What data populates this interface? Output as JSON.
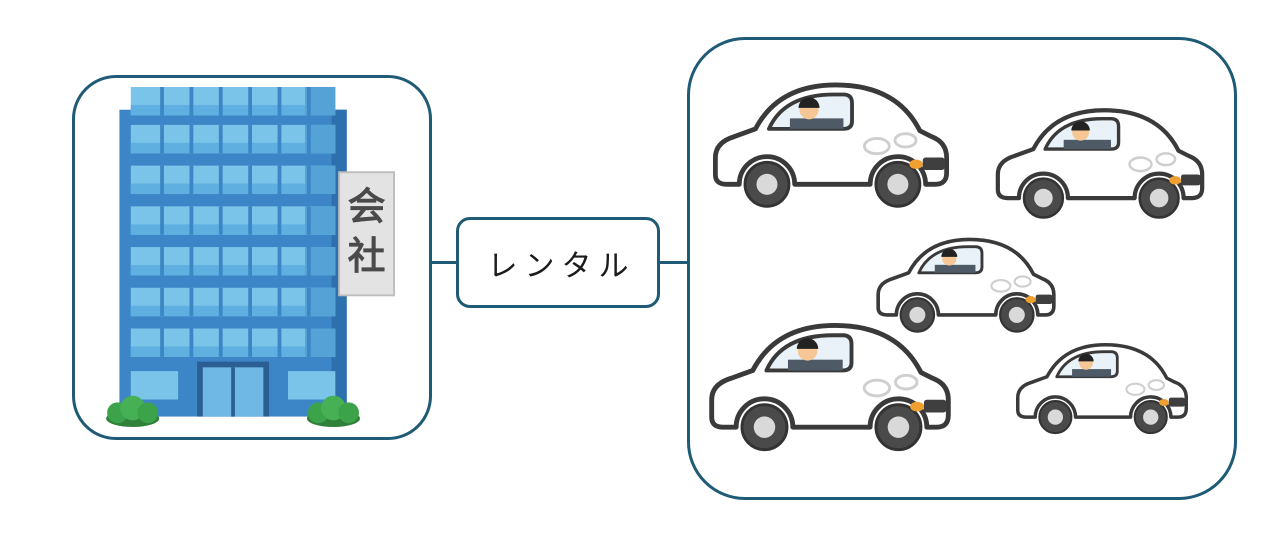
{
  "diagram": {
    "company_box": {
      "illustration": "office-building-icon",
      "sign_vertical_label": "会社",
      "sign_char_top": "会",
      "sign_char_bottom": "社"
    },
    "relation": {
      "label": "レンタル"
    },
    "cars_box": {
      "illustration": "car-with-driver-icon",
      "car_count": 5
    },
    "colors": {
      "outline": "#1f5b76",
      "building_blue": "#3c85c6",
      "building_blue_dark": "#2e6fae",
      "window_blue_light": "#7ac3e9",
      "window_blue_mid": "#5fb0e0",
      "roof_gray": "#9aa2a8",
      "sign_gray": "#e3e3e3",
      "sign_text_gray": "#4a4a4a",
      "bush_green": "#3da34a",
      "bush_green_dark": "#2f8038",
      "car_body_white": "#ffffff",
      "car_line_dark": "#3a3a3a",
      "wheel_gray": "#4a4a4a",
      "hub_gray": "#d9d9d9",
      "window_glass": "#e8f2f8",
      "driver_suit": "#4e5a66",
      "driver_skin": "#f6c794",
      "driver_hair": "#222222",
      "indicator_orange": "#f0a030",
      "plate_dark": "#3f3f3f"
    }
  }
}
